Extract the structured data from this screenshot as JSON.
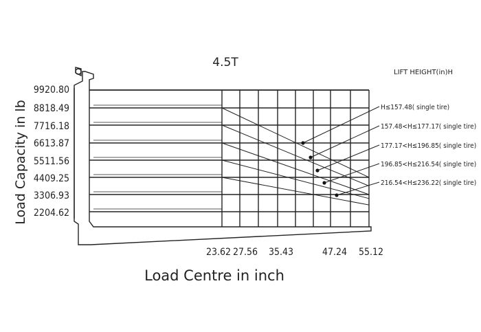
{
  "chart_data": {
    "type": "line",
    "title": "4.5T",
    "legend_title": "LIFT HEIGHT(in)H",
    "xlabel": "Load Centre in inch",
    "ylabel": "Load Capacity in lb",
    "x_ticks": [
      "23.62",
      "27.56",
      "35.43",
      "47.24",
      "55.12"
    ],
    "y_ticks": [
      "9920.80",
      "8818.49",
      "7716.18",
      "6613.87",
      "5511.56",
      "4409.25",
      "3306.93",
      "2204.62"
    ],
    "series": [
      {
        "name": "H≤157.48( single tire)",
        "x": [
          23.62,
          55.12
        ],
        "y": [
          8818.49,
          4409.25
        ]
      },
      {
        "name": "157.48<H≤177.17( single tire)",
        "x": [
          23.62,
          55.12
        ],
        "y": [
          7716.18,
          3859.0
        ]
      },
      {
        "name": "177.17<H≤196.85( single tire)",
        "x": [
          23.62,
          55.12
        ],
        "y": [
          6613.87,
          3306.93
        ]
      },
      {
        "name": "196.85<H≤216.54( single tire)",
        "x": [
          23.62,
          55.12
        ],
        "y": [
          5511.56,
          3050.0
        ]
      },
      {
        "name": "216.54<H≤236.22( single tire)",
        "x": [
          23.62,
          55.12
        ],
        "y": [
          4409.25,
          2640.0
        ]
      }
    ]
  }
}
